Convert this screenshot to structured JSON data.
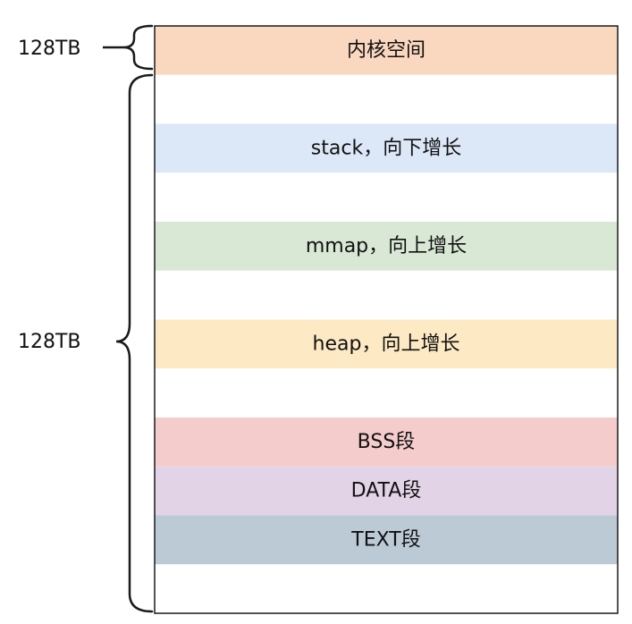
{
  "memory_layout": {
    "segments": [
      {
        "label": "内核空间",
        "color": "#fad7bf"
      },
      {
        "label": "",
        "color": "#ffffff"
      },
      {
        "label": "stack，向下增长",
        "color": "#dce8f7"
      },
      {
        "label": "",
        "color": "#ffffff"
      },
      {
        "label": "mmap，向上增长",
        "color": "#d9e8d5"
      },
      {
        "label": "",
        "color": "#ffffff"
      },
      {
        "label": "heap，向上增长",
        "color": "#fde9c4"
      },
      {
        "label": "",
        "color": "#ffffff"
      },
      {
        "label": "BSS段",
        "color": "#f5cccc"
      },
      {
        "label": "DATA段",
        "color": "#e2d4e6"
      },
      {
        "label": "TEXT段",
        "color": "#bccad5"
      },
      {
        "label": "",
        "color": "#ffffff"
      }
    ],
    "kernel_size": "128TB",
    "user_size": "128TB",
    "border_color": "#1a1a1a"
  }
}
